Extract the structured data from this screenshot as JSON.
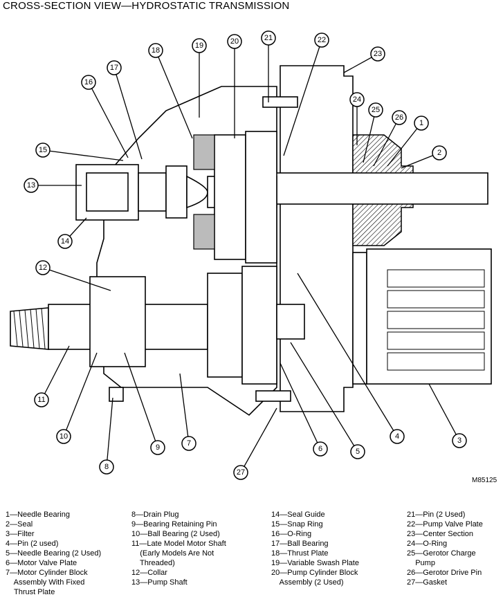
{
  "title": "CROSS-SECTION VIEW—HYDROSTATIC TRANSMISSION",
  "reference": "M85125",
  "callouts": [
    "1",
    "2",
    "3",
    "4",
    "5",
    "6",
    "7",
    "8",
    "9",
    "10",
    "11",
    "12",
    "13",
    "14",
    "15",
    "16",
    "17",
    "18",
    "19",
    "20",
    "21",
    "22",
    "23",
    "24",
    "25",
    "26",
    "27"
  ],
  "legend": {
    "col1": [
      "1—Needle Bearing",
      "2—Seal",
      "3—Filter",
      "4—Pin (2 used)",
      "5—Needle Bearing (2 Used)",
      "6—Motor Valve Plate",
      "7—Motor Cylinder Block",
      "    Assembly With Fixed",
      "    Thrust Plate"
    ],
    "col2": [
      "8—Drain Plug",
      "9—Bearing Retaining Pin",
      "10—Ball Bearing (2 Used)",
      "11—Late Model Motor Shaft",
      "    (Early Models Are Not",
      "    Threaded)",
      "12—Collar",
      "13—Pump Shaft"
    ],
    "col3": [
      "14—Seal Guide",
      "15—Snap Ring",
      "16—O-Ring",
      "17—Ball Bearing",
      "18—Thrust Plate",
      "19—Variable Swash Plate",
      "20—Pump Cylinder Block",
      "    Assembly (2 Used)"
    ],
    "col4": [
      "21—Pin (2 Used)",
      "22—Pump Valve Plate",
      "23—Center Section",
      "24—O-Ring",
      "25—Gerotor Charge",
      "    Pump",
      "26—Gerotor Drive Pin",
      "27—Gasket"
    ]
  }
}
